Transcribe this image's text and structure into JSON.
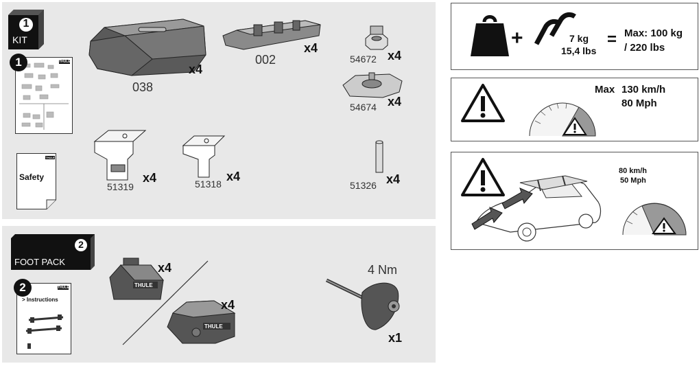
{
  "kit_section": {
    "label": "KIT",
    "step": "1",
    "parts": [
      {
        "code": "038",
        "qty": "x4"
      },
      {
        "code": "002",
        "qty": "x4"
      },
      {
        "code": "54672",
        "qty": "x4"
      },
      {
        "code": "54674",
        "qty": "x4"
      },
      {
        "code": "51319",
        "qty": "x4"
      },
      {
        "code": "51318",
        "qty": "x4"
      },
      {
        "code": "51326",
        "qty": "x4"
      }
    ],
    "booklet_step": "1",
    "booklet_brand": "THULE",
    "safety_label": "Safety",
    "safety_brand": "THULE"
  },
  "foot_pack_section": {
    "label": "FOOT PACK",
    "step": "2",
    "booklet_step": "2",
    "booklet_brand": "THULE",
    "instructions_label": "> Instructions",
    "foot_qty_1": "x4",
    "foot_qty_2": "x4",
    "foot_brand": "THULE",
    "tool_torque": "4 Nm",
    "tool_qty": "x1"
  },
  "load_box": {
    "bar_weight_kg": "7 kg",
    "bar_weight_lbs": "15,4 lbs",
    "plus": "+",
    "equals": "=",
    "max_kg": "Max: 100 kg",
    "max_lbs": "/ 220 lbs"
  },
  "speed_box": {
    "max_label": "Max",
    "speed_kmh": "130 km/h",
    "speed_mph": "80 Mph"
  },
  "load_speed_box": {
    "speed_kmh": "80 km/h",
    "speed_mph": "50 Mph"
  }
}
